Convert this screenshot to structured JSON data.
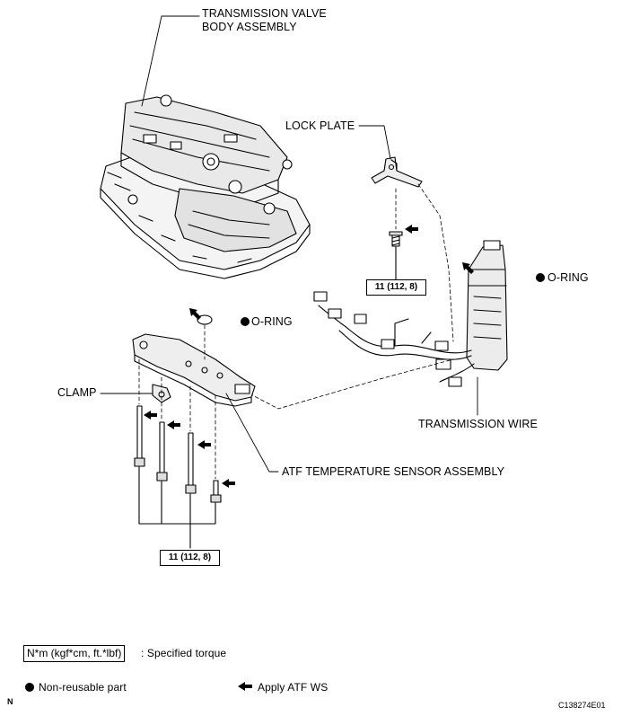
{
  "labels": {
    "valve_body_line1": "TRANSMISSION VALVE",
    "valve_body_line2": "BODY ASSEMBLY",
    "lock_plate": "LOCK PLATE",
    "o_ring_right": "O-RING",
    "o_ring_left": "O-RING",
    "clamp": "CLAMP",
    "transmission_wire": "TRANSMISSION WIRE",
    "atf_sensor": "ATF TEMPERATURE SENSOR ASSEMBLY"
  },
  "torque": {
    "upper": "11 (112, 8)",
    "lower": "11 (112, 8)"
  },
  "legend": {
    "torque_unit": "N*m (kgf*cm, ft.*lbf)",
    "torque_desc": ": Specified torque",
    "nonreusable": "Non-reusable part",
    "apply_atf": "Apply ATF WS"
  },
  "corner": {
    "left": "N",
    "right": "C138274E01"
  }
}
